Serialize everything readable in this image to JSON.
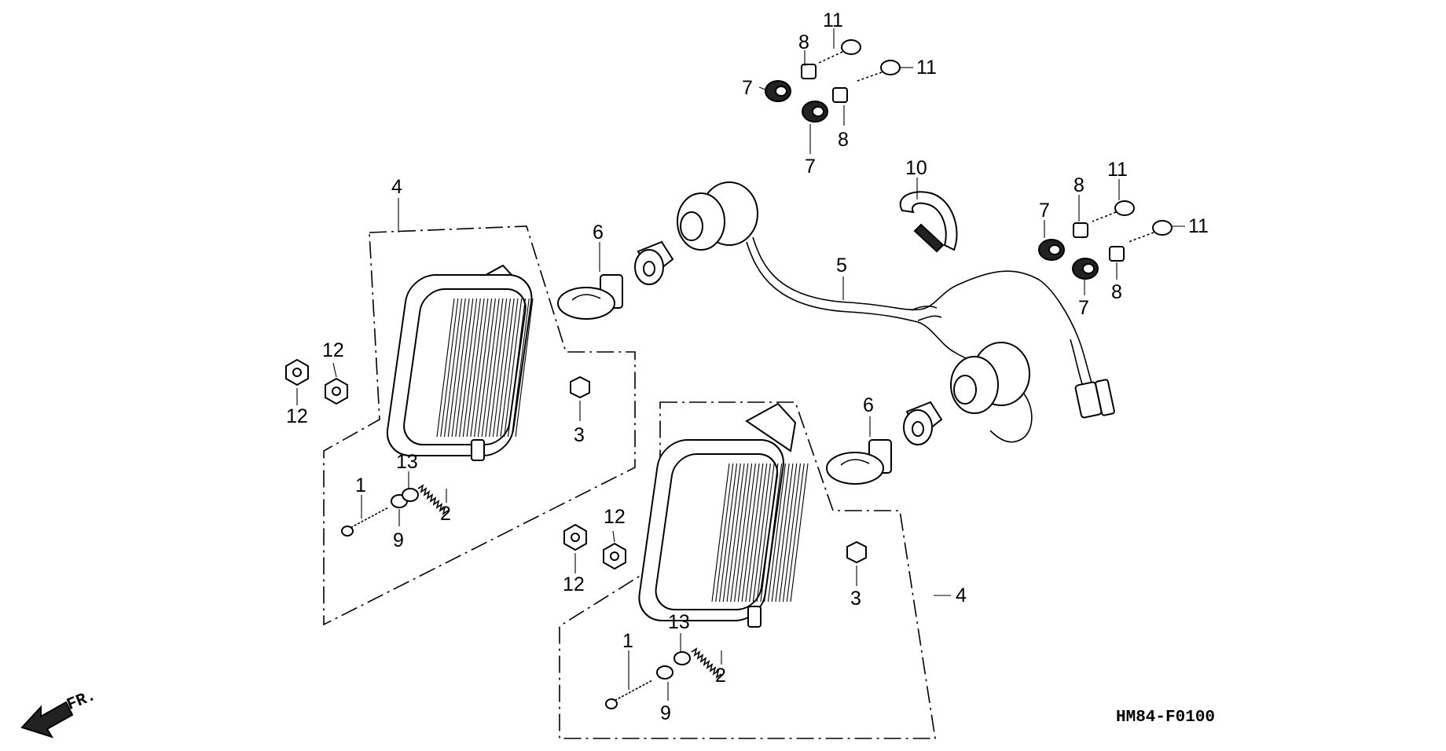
{
  "diagram": {
    "code": "HM84-F0100",
    "direction_label": "FR.",
    "callouts": [
      {
        "id": "c11a",
        "text": "11"
      },
      {
        "id": "c8a",
        "text": "8"
      },
      {
        "id": "c7a",
        "text": "7"
      },
      {
        "id": "c11b",
        "text": "11"
      },
      {
        "id": "c8b",
        "text": "8"
      },
      {
        "id": "c7b",
        "text": "7"
      },
      {
        "id": "c10",
        "text": "10"
      },
      {
        "id": "c11c",
        "text": "11"
      },
      {
        "id": "c8c",
        "text": "8"
      },
      {
        "id": "c7c",
        "text": "7"
      },
      {
        "id": "c11d",
        "text": "11"
      },
      {
        "id": "c8d",
        "text": "8"
      },
      {
        "id": "c7d",
        "text": "7"
      },
      {
        "id": "c4a",
        "text": "4"
      },
      {
        "id": "c6a",
        "text": "6"
      },
      {
        "id": "c5",
        "text": "5"
      },
      {
        "id": "c12a",
        "text": "12"
      },
      {
        "id": "c12b",
        "text": "12"
      },
      {
        "id": "c3a",
        "text": "3"
      },
      {
        "id": "c13a",
        "text": "13"
      },
      {
        "id": "c1a",
        "text": "1"
      },
      {
        "id": "c2a",
        "text": "2"
      },
      {
        "id": "c9a",
        "text": "9"
      },
      {
        "id": "c6b",
        "text": "6"
      },
      {
        "id": "c12c",
        "text": "12"
      },
      {
        "id": "c12d",
        "text": "12"
      },
      {
        "id": "c3b",
        "text": "3"
      },
      {
        "id": "c4b",
        "text": "4"
      },
      {
        "id": "c13b",
        "text": "13"
      },
      {
        "id": "c1b",
        "text": "1"
      },
      {
        "id": "c2b",
        "text": "2"
      },
      {
        "id": "c9b",
        "text": "9"
      }
    ]
  }
}
